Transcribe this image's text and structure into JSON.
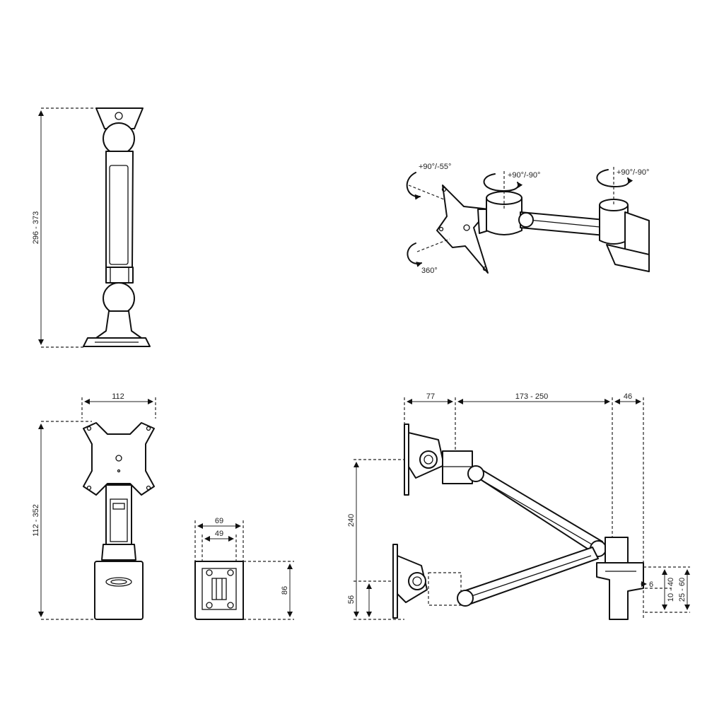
{
  "views": {
    "side": {
      "height_dim": "296 - 373"
    },
    "top": {
      "rotation_tilt": "+90°/-55°",
      "rotation_screen": "360°",
      "rotation_joint1": "+90°/-90°",
      "rotation_joint2": "+90°/-90°"
    },
    "front": {
      "width_dim": "112",
      "height_dim": "112 - 352"
    },
    "clamp": {
      "outer_width": "69",
      "inner_width": "49",
      "height": "86"
    },
    "reach": {
      "head_depth": "77",
      "arm_reach": "173 - 250",
      "clamp_depth": "46",
      "height_upper": "240",
      "height_lower": "56",
      "desk_gap": "6",
      "desk_range_a": "10 - 40",
      "desk_range_b": "25 - 60"
    }
  }
}
